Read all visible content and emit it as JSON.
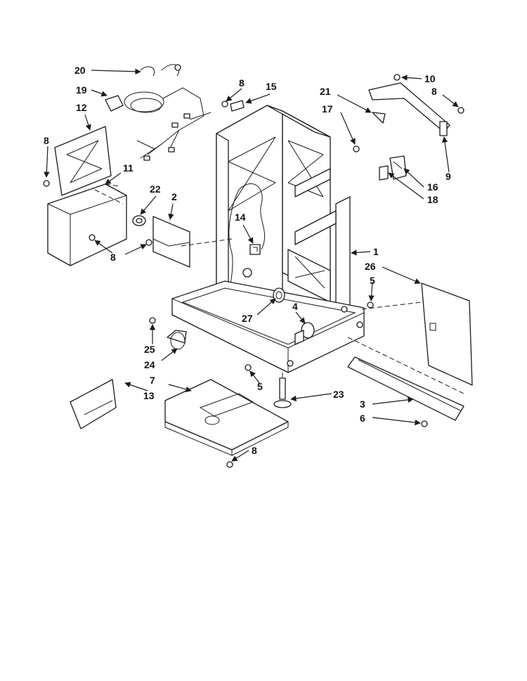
{
  "callouts": {
    "c1": "1",
    "c2": "2",
    "c3": "3",
    "c4": "4",
    "c5a": "5",
    "c5b": "5",
    "c6": "6",
    "c7": "7",
    "c8a": "8",
    "c8b": "8",
    "c8c": "8",
    "c8d": "8",
    "c8e": "8",
    "c9": "9",
    "c10": "10",
    "c11": "11",
    "c12": "12",
    "c13": "13",
    "c14": "14",
    "c15": "15",
    "c16": "16",
    "c17": "17",
    "c18": "18",
    "c19": "19",
    "c20": "20",
    "c21": "21",
    "c22": "22",
    "c23": "23",
    "c24": "24",
    "c25": "25",
    "c26": "26",
    "c27": "27"
  },
  "colors": {
    "line": "#1a1a1a",
    "fill": "#e6e6e6",
    "background": "#ffffff"
  }
}
